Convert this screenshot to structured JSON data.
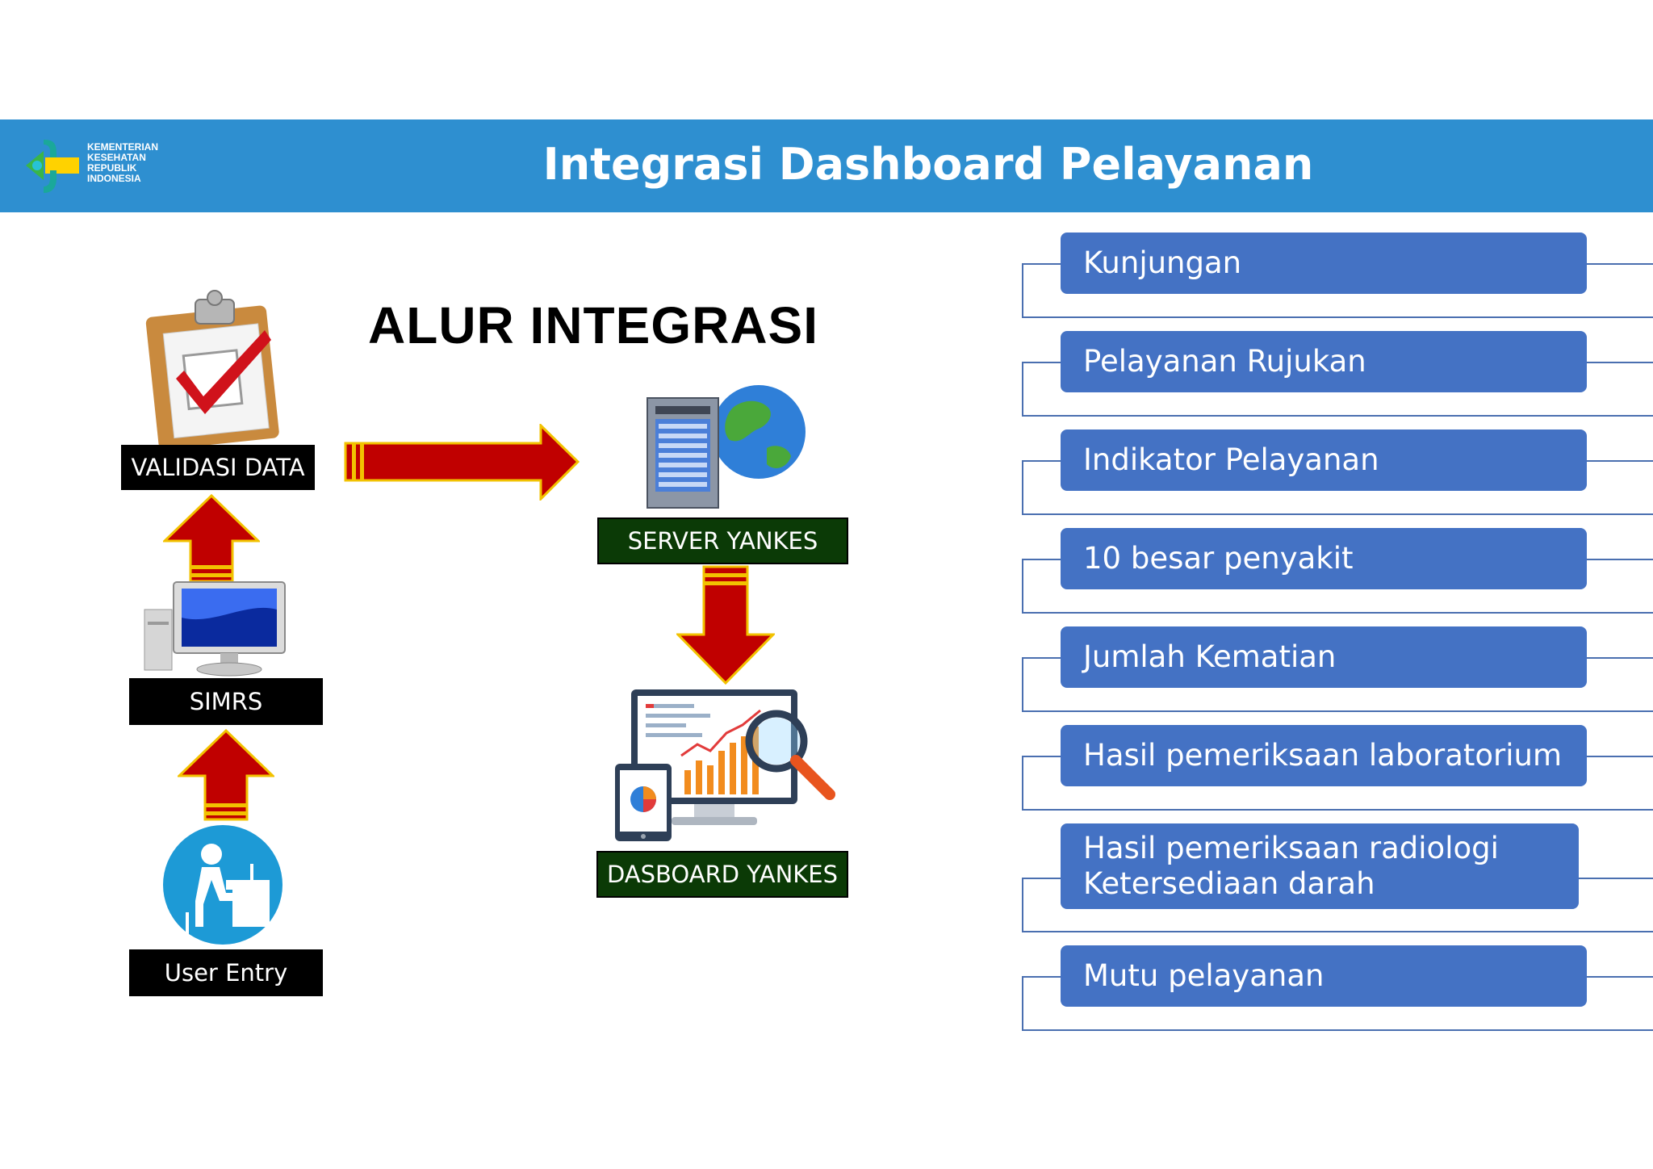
{
  "header": {
    "title": "Integrasi Dashboard Pelayanan",
    "logo_lines": [
      "KEMENTERIAN",
      "KESEHATAN",
      "REPUBLIK",
      "INDONESIA"
    ],
    "background": "#2e8fd0"
  },
  "flow": {
    "heading": "ALUR INTEGRASI",
    "nodes": [
      {
        "label": "VALIDASI DATA",
        "icon": "clipboard-check-icon"
      },
      {
        "label": "SIMRS",
        "icon": "computer-monitor-icon"
      },
      {
        "label": "User Entry",
        "icon": "user-at-desk-icon"
      },
      {
        "label": "SERVER YANKES",
        "icon": "server-globe-icon"
      },
      {
        "label": "DASBOARD YANKES",
        "icon": "dashboard-chart-icon"
      }
    ],
    "arrow_color": "#c00000",
    "arrow_outline": "#f2c200"
  },
  "dashboard_items": [
    {
      "lines": [
        "Kunjungan"
      ]
    },
    {
      "lines": [
        "Pelayanan Rujukan"
      ]
    },
    {
      "lines": [
        "Indikator Pelayanan"
      ]
    },
    {
      "lines": [
        "10 besar penyakit"
      ]
    },
    {
      "lines": [
        "Jumlah Kematian"
      ]
    },
    {
      "lines": [
        "Hasil pemeriksaan laboratorium"
      ]
    },
    {
      "lines": [
        "Hasil pemeriksaan radiologi",
        "Ketersediaan darah"
      ]
    },
    {
      "lines": [
        "Mutu pelayanan"
      ]
    }
  ],
  "colors": {
    "item_bg": "#4472c4",
    "label_black": "#000000",
    "label_green": "#0b3a06"
  }
}
